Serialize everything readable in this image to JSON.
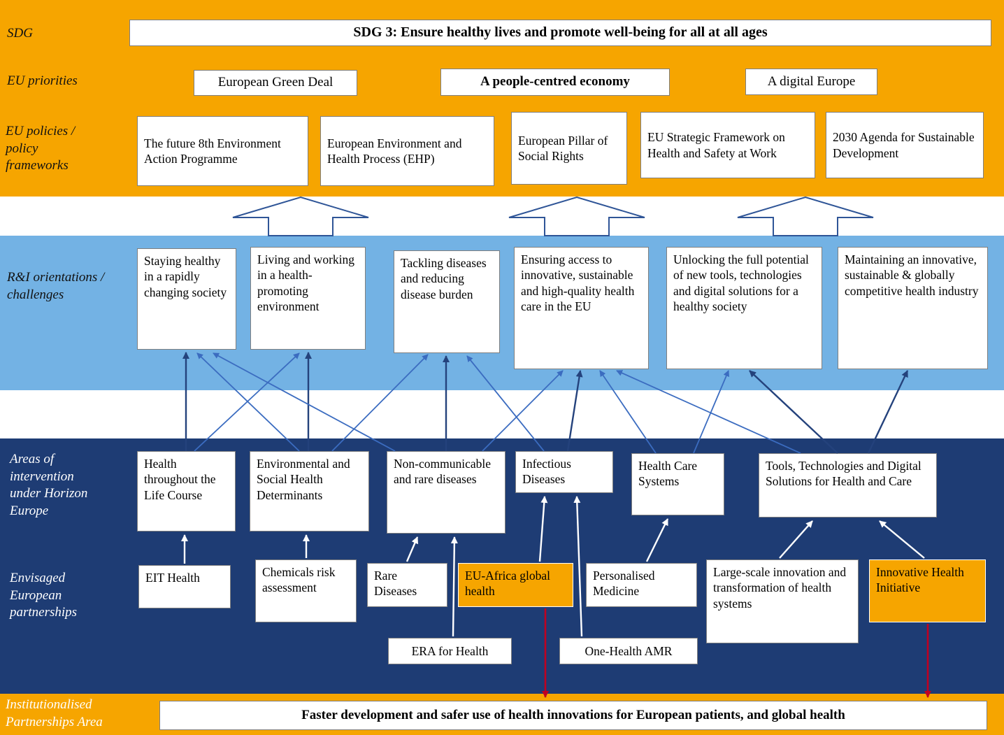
{
  "colors": {
    "band_orange": "#F6A500",
    "band_light_blue": "#73B2E4",
    "band_dark_blue": "#1E3C74",
    "arrow_dark_blue": "#24427C",
    "arrow_light_blue": "#3B6CC0",
    "arrow_white": "#FFFFFF",
    "arrow_red": "#C00021",
    "highlight_box_orange": "#F6A500"
  },
  "sdg": {
    "row_label": "SDG",
    "title": "SDG 3:  Ensure healthy lives and promote well-being for all at all ages"
  },
  "eu_priorities": {
    "row_label": "EU priorities",
    "items": [
      "European Green Deal",
      "A people-centred economy",
      "A digital Europe"
    ]
  },
  "eu_policies": {
    "row_label": "EU policies / policy frameworks",
    "items": [
      "The future 8th Environment Action Programme",
      "European Environment and Health Process (EHP)",
      "European Pillar of Social Rights",
      "EU Strategic Framework on Health and Safety at Work",
      "2030 Agenda for Sustainable Development"
    ]
  },
  "ri_orientations": {
    "row_label": "R&I orientations / challenges",
    "items": [
      "Staying healthy in a rapidly changing society",
      "Living and working in a health-promoting environment",
      "Tackling diseases and reducing disease burden",
      "Ensuring access to innovative, sustainable and high-quality health care in the EU",
      "Unlocking the full potential of new tools, technologies and digital solutions for a healthy society",
      "Maintaining an innovative, sustainable & globally competitive health industry"
    ]
  },
  "areas": {
    "row_label": "Areas of intervention under Horizon Europe",
    "items": [
      "Health throughout the Life Course",
      "Environmental and Social Health Determinants",
      "Non-communicable and rare diseases",
      "Infectious Diseases",
      "Health Care Systems",
      "Tools, Technologies and Digital Solutions for Health and Care"
    ]
  },
  "partnerships": {
    "row_label": "Envisaged European partnerships",
    "items": [
      "EIT Health",
      "Chemicals risk assessment",
      "Rare Diseases",
      "EU-Africa global health",
      "Personalised Medicine",
      "Large-scale innovation and transformation of health systems",
      "Innovative Health Initiative",
      "ERA for Health",
      "One-Health AMR"
    ]
  },
  "institutionalised": {
    "row_label": "Institutionalised Partnerships Area",
    "banner": "Faster development and safer use of health innovations for European patients, and global health"
  }
}
